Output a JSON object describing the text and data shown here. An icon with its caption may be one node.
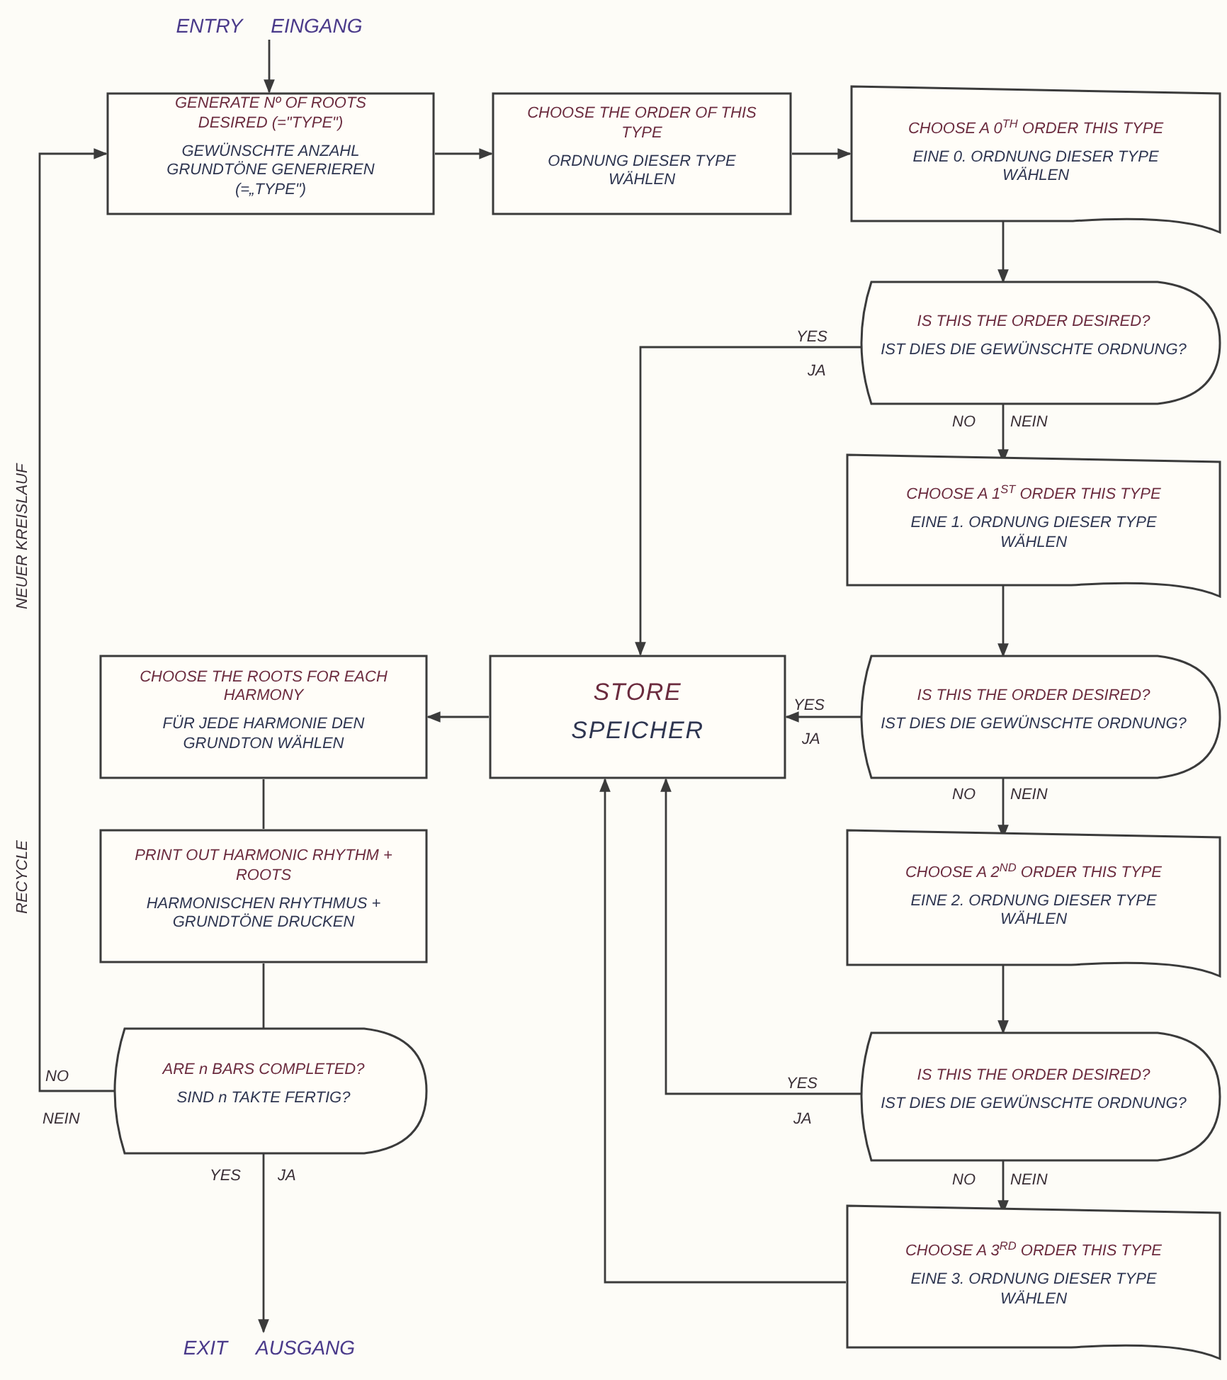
{
  "diagram": {
    "nodes": [
      {
        "text": [
          "GENERATE Nº OF ROOTS DESIRED (=\"TYPE\")",
          "GEWÜNSCHTE ANZAHL GRUNDTÖNE GENERIEREN (=„TYPE\")"
        ]
      },
      {
        "text": [
          "CHOOSE THE ORDER OF THIS TYPE",
          "ORDNUNG DIESER TYPE WÄHLEN"
        ]
      },
      {
        "text": [
          "CHOOSE A 0$^{TH}$ ORDER THIS TYPE",
          "EINE 0. ORDNUNG DIESER TYPE WÄHLEN"
        ]
      },
      {
        "text": [
          "IS THIS THE ORDER DESIRED?",
          "IST DIES DIE GEWÜNSCHTE ORDNUNG?"
        ]
      },
      {
        "text": [
          "CHOOSE A 1$^{ST}$ ORDER THIS TYPE",
          "EINE 1. ORDNUNG DIESER TYPE WÄHLEN"
        ]
      },
      {
        "text": [
          "IS THIS THE ORDER DESIRED?",
          "IST DIES DIE GEWÜNSCHTE ORDNUNG?"
        ]
      },
      {
        "text": [
          "CHOOSE A 2$^{ND}$ ORDER THIS TYPE",
          "EINE 2. ORDNUNG DIESER TYPE WÄHLEN"
        ]
      },
      {
        "text": [
          "IS THIS THE ORDER DESIRED?",
          "IST DIES DIE GEWÜNSCHTE ORDNUNG?"
        ]
      },
      {
        "text": [
          "CHOOSE A 3$^{RD}$ ORDER THIS TYPE",
          "EINE 3. ORDNUNG DIESER TYPE WÄHLEN"
        ]
      },
      {
        "text": [
          "STORE",
          "SPEICHER"
        ]
      },
      {
        "text": [
          "CHOOSE THE ROOTS FOR EACH HARMONY",
          "FÜR JEDE HARMONIE DEN GRUNDTON WÄHLEN"
        ]
      },
      {
        "text": [
          "PRINT OUT HARMONIC RHYTHM + ROOTS",
          "HARMONISCHEN RHYTHMUS + GRUNDTÖNE DRUCKEN"
        ]
      },
      {
        "text": [
          "ARE n BARS COMPLETED?",
          "SIND n TAKTE FERTIG?"
        ]
      },
      {
        "text": [
          "ENTRY",
          "EINGANG"
        ]
      },
      {
        "text": [
          "EXIT",
          "AUSGANG"
        ]
      }
    ],
    "edges": [
      {
        "from": 13,
        "to": 0,
        "arrow": "to"
      },
      {
        "from": 0,
        "to": 1,
        "arrow": "to"
      },
      {
        "from": 1,
        "to": 2,
        "arrow": "to"
      },
      {
        "from": 2,
        "to": 3,
        "arrow": "to"
      },
      {
        "from": 3,
        "to": 4,
        "arrow": "to"
      },
      {
        "from": 4,
        "to": 5,
        "arrow": "to"
      },
      {
        "from": 5,
        "to": 6,
        "arrow": "to"
      },
      {
        "from": 6,
        "to": 7,
        "arrow": "to"
      },
      {
        "from": 7,
        "to": 8,
        "arrow": "to"
      },
      {
        "from": 3,
        "to": 9,
        "arrow": "to"
      },
      {
        "from": 5,
        "to": 9,
        "arrow": "to"
      },
      {
        "from": 7,
        "to": 9,
        "arrow": "to"
      },
      {
        "from": 8,
        "to": 9,
        "arrow": "to"
      },
      {
        "from": 9,
        "to": 10,
        "arrow": "to"
      },
      {
        "from": 10,
        "to": 11,
        "arrow": "none"
      },
      {
        "from": 11,
        "to": 12,
        "arrow": "none"
      },
      {
        "from": 12,
        "to": 0,
        "arrow": "to"
      },
      {
        "from": 12,
        "to": 14,
        "arrow": "to"
      }
    ],
    "labels": [
      "YES",
      "JA",
      "NO",
      "NEIN",
      "NEUER KREISLAUF",
      "YES",
      "JA",
      "NO",
      "NEIN",
      "RECYCLE",
      "YES",
      "JA",
      "NO",
      "NEIN",
      "NO",
      "NEIN",
      "YES",
      "JA"
    ]
  }
}
